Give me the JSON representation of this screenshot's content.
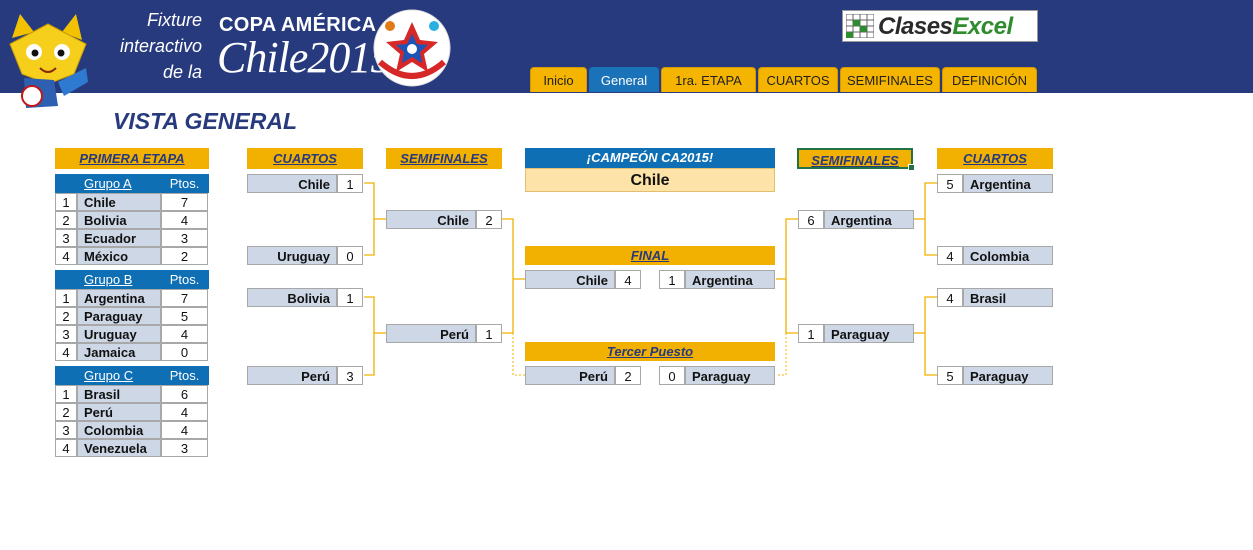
{
  "header": {
    "fixture_lines": [
      "Fixture",
      "interactivo",
      "de la"
    ],
    "copa_text": "COPA AMÉRICA",
    "chile_text": "Chile2015",
    "logo": {
      "part1": "Clases",
      "part2": "Excel"
    }
  },
  "tabs": [
    {
      "label": "Inicio",
      "active": false
    },
    {
      "label": "General",
      "active": true
    },
    {
      "label": "1ra. ETAPA",
      "active": false
    },
    {
      "label": "CUARTOS",
      "active": false
    },
    {
      "label": "SEMIFINALES",
      "active": false
    },
    {
      "label": "DEFINICIÓN",
      "active": false
    }
  ],
  "page_title": "VISTA GENERAL",
  "primera_etapa": {
    "title": "PRIMERA ETAPA",
    "pts_label": "Ptos.",
    "groups": [
      {
        "name": "Grupo A",
        "rows": [
          {
            "pos": "1",
            "team": "Chile",
            "pts": "7"
          },
          {
            "pos": "2",
            "team": "Bolivia",
            "pts": "4"
          },
          {
            "pos": "3",
            "team": "Ecuador",
            "pts": "3"
          },
          {
            "pos": "4",
            "team": "México",
            "pts": "2"
          }
        ]
      },
      {
        "name": "Grupo B",
        "rows": [
          {
            "pos": "1",
            "team": "Argentina",
            "pts": "7"
          },
          {
            "pos": "2",
            "team": "Paraguay",
            "pts": "5"
          },
          {
            "pos": "3",
            "team": "Uruguay",
            "pts": "4"
          },
          {
            "pos": "4",
            "team": "Jamaica",
            "pts": "0"
          }
        ]
      },
      {
        "name": "Grupo C",
        "rows": [
          {
            "pos": "1",
            "team": "Brasil",
            "pts": "6"
          },
          {
            "pos": "2",
            "team": "Perú",
            "pts": "4"
          },
          {
            "pos": "3",
            "team": "Colombia",
            "pts": "4"
          },
          {
            "pos": "4",
            "team": "Venezuela",
            "pts": "3"
          }
        ]
      }
    ]
  },
  "bracket": {
    "cuartos_label": "CUARTOS",
    "semis_label": "SEMIFINALES",
    "final_label": "FINAL",
    "tercer_label": "Tercer Puesto",
    "champion_label": "¡CAMPEÓN CA2015!",
    "champion": "Chile",
    "left_cuartos": [
      {
        "team": "Chile",
        "score": "1"
      },
      {
        "team": "Uruguay",
        "score": "0"
      },
      {
        "team": "Bolivia",
        "score": "1"
      },
      {
        "team": "Perú",
        "score": "3"
      }
    ],
    "left_semis": [
      {
        "team": "Chile",
        "score": "2"
      },
      {
        "team": "Perú",
        "score": "1"
      }
    ],
    "final": [
      {
        "team": "Chile",
        "score": "4"
      },
      {
        "team": "Argentina",
        "score": "1"
      }
    ],
    "tercer": [
      {
        "team": "Perú",
        "score": "2"
      },
      {
        "team": "Paraguay",
        "score": "0"
      }
    ],
    "right_semis": [
      {
        "team": "Argentina",
        "score": "6"
      },
      {
        "team": "Paraguay",
        "score": "1"
      }
    ],
    "right_cuartos": [
      {
        "team": "Argentina",
        "score": "5"
      },
      {
        "team": "Colombia",
        "score": "4"
      },
      {
        "team": "Brasil",
        "score": "4"
      },
      {
        "team": "Paraguay",
        "score": "5"
      }
    ]
  },
  "colors": {
    "header_bg": "#283a7e",
    "tab_bg": "#f5b400",
    "tab_active": "#1a72b8",
    "bracket_line": "#f2b000",
    "team_cell": "#cdd7e6"
  }
}
